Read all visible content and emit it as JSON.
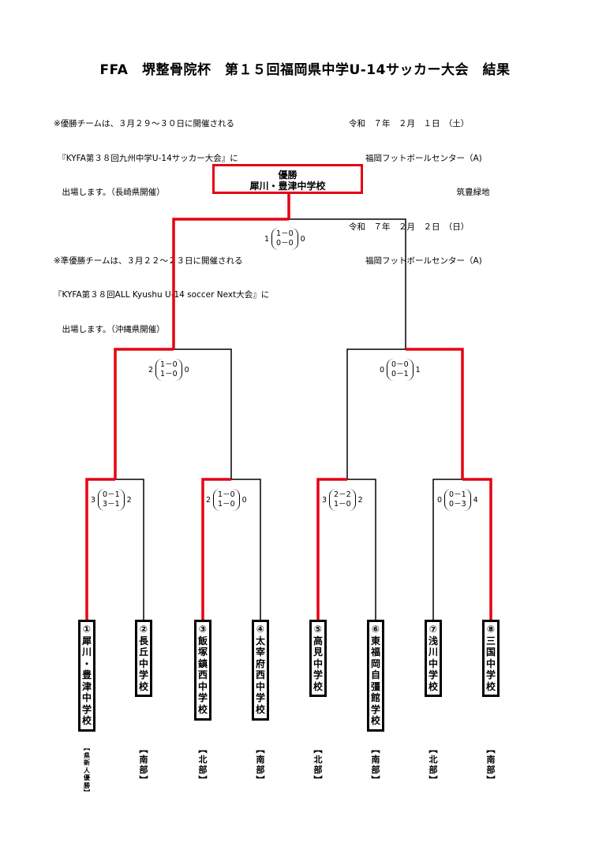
{
  "title": "FFA　堺整骨院杯　第１５回福岡県中学U-14サッカー大会　結果",
  "notes_left": [
    "※優勝チームは、３月２９～３０日に開催される",
    "　『KYFA第３８回九州中学U-14サッカー大会』に",
    "　出場します。（長崎県開催）",
    "",
    "※準優勝チームは、３月２２～２３日に開催される",
    "『KYFA第３８回ALL Kyushu U-14 soccer Next大会』に",
    "　出場します。（沖縄県開催）"
  ],
  "schedule": [
    "令和　７年　２月　１日　（土）",
    "　　福岡フットボールセンター（A)",
    "　　　　　　　　　　　　　筑豊緑地",
    "令和　７年　２月　２日　（日）",
    "　　福岡フットボールセンター（A)"
  ],
  "champion": {
    "label": "優勝",
    "team": "犀川・豊津中学校"
  },
  "final": {
    "left": "1",
    "half1": "1－0",
    "half2": "0－0",
    "right": "0"
  },
  "semifinals": [
    {
      "left": "2",
      "half1": "1－0",
      "half2": "1－0",
      "right": "0"
    },
    {
      "left": "0",
      "half1": "0－0",
      "half2": "0－1",
      "right": "1"
    }
  ],
  "quarterfinals": [
    {
      "left": "3",
      "half1": "0－1",
      "half2": "3－1",
      "right": "2"
    },
    {
      "left": "2",
      "half1": "1－0",
      "half2": "1－0",
      "right": "0"
    },
    {
      "left": "3",
      "half1": "2－2",
      "half2": "1－0",
      "right": "2"
    },
    {
      "left": "0",
      "half1": "0－1",
      "half2": "0－3",
      "right": "4"
    }
  ],
  "teams": [
    {
      "num": "①",
      "name": "犀川・豊津中学校",
      "region": "【県新人優勝】"
    },
    {
      "num": "②",
      "name": "長丘中学校",
      "region": "【南部】"
    },
    {
      "num": "③",
      "name": "飯塚鎮西中学校",
      "region": "【北部】"
    },
    {
      "num": "④",
      "name": "太宰府西中学校",
      "region": "【南部】"
    },
    {
      "num": "⑤",
      "name": "高見中学校",
      "region": "【北部】"
    },
    {
      "num": "⑥",
      "name": "東福岡自彊館学校",
      "region": "【南部】"
    },
    {
      "num": "⑦",
      "name": "浅川中学校",
      "region": "【北部】"
    },
    {
      "num": "⑧",
      "name": "三国中学校",
      "region": "【南部】"
    }
  ],
  "colors": {
    "winner_line": "#e60012",
    "loser_line": "#000000"
  }
}
